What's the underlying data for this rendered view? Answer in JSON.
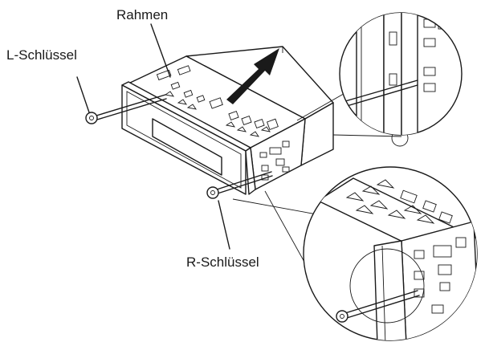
{
  "labels": {
    "frame": "Rahmen",
    "left_key": "L-Schlüssel",
    "right_key": "R-Schlüssel"
  },
  "colors": {
    "ink": "#1a1a1a",
    "paper": "#ffffff"
  }
}
